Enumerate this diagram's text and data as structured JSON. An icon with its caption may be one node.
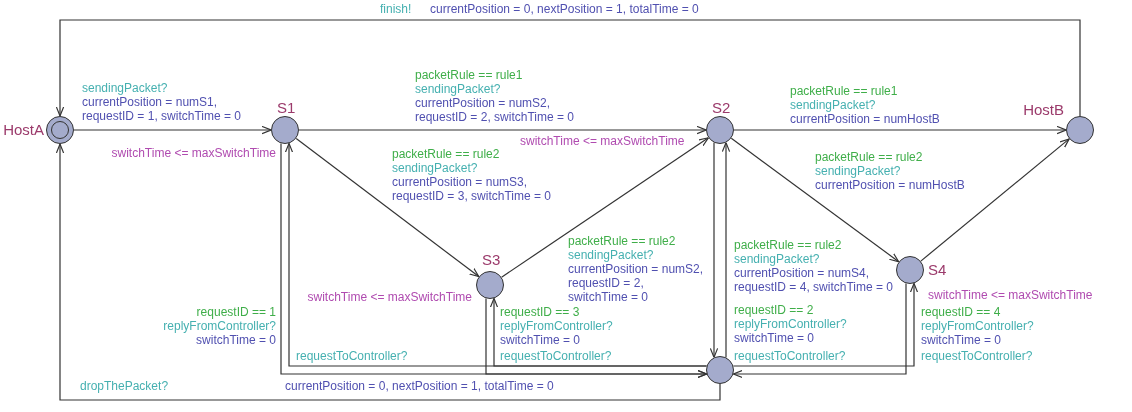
{
  "diagram": {
    "nodes": [
      {
        "text": [
          "HostA"
        ]
      },
      {
        "text": [
          "S1"
        ],
        "beside": [
          "switchTime <= maxSwitchTime"
        ]
      },
      {
        "text": [
          "S2"
        ],
        "beside": [
          "switchTime <= maxSwitchTime"
        ]
      },
      {
        "text": [
          "HostB"
        ]
      },
      {
        "text": [
          "S3"
        ],
        "beside": [
          "switchTime <= maxSwitchTime"
        ]
      },
      {
        "text": [
          "S4"
        ],
        "beside": [
          "switchTime <= maxSwitchTime"
        ]
      },
      {
        "text": [],
        "shape": "circle"
      }
    ],
    "edges": [
      {
        "from": 3,
        "to": 0,
        "arrow": "to"
      },
      {
        "from": 0,
        "to": 1,
        "arrow": "to"
      },
      {
        "from": 1,
        "to": 2,
        "arrow": "to"
      },
      {
        "from": 2,
        "to": 3,
        "arrow": "to"
      },
      {
        "from": 1,
        "to": 4,
        "arrow": "to"
      },
      {
        "from": 4,
        "to": 2,
        "arrow": "to"
      },
      {
        "from": 2,
        "to": 5,
        "arrow": "to"
      },
      {
        "from": 5,
        "to": 3,
        "arrow": "to"
      },
      {
        "from": 1,
        "to": 6,
        "arrow": "to"
      },
      {
        "from": 6,
        "to": 1,
        "arrow": "to"
      },
      {
        "from": 4,
        "to": 6,
        "arrow": "to"
      },
      {
        "from": 6,
        "to": 4,
        "arrow": "to"
      },
      {
        "from": 2,
        "to": 6,
        "arrow": "to"
      },
      {
        "from": 6,
        "to": 2,
        "arrow": "to"
      },
      {
        "from": 5,
        "to": 6,
        "arrow": "to"
      },
      {
        "from": 6,
        "to": 5,
        "arrow": "to"
      },
      {
        "from": 6,
        "to": 0,
        "arrow": "to"
      }
    ],
    "labels": [
      "finish!",
      "currentPosition = 0, nextPosition = 1, totalTime = 0",
      "sendingPacket?",
      "currentPosition = numS1, requestID = 1, switchTime = 0",
      "packetRule == rule1",
      "sendingPacket?",
      "currentPosition = numS2, requestID = 2, switchTime = 0",
      "packetRule == rule1",
      "sendingPacket?",
      "currentPosition = numHostB",
      "packetRule == rule2",
      "sendingPacket?",
      "currentPosition = numS3, requestID = 3, switchTime = 0",
      "packetRule == rule2",
      "sendingPacket?",
      "currentPosition = numS2, requestID = 2, switchTime = 0",
      "packetRule == rule2",
      "sendingPacket?",
      "currentPosition = numS4, requestID = 4, switchTime = 0",
      "packetRule == rule2",
      "sendingPacket?",
      "currentPosition = numHostB",
      "requestToController?",
      "requestID == 1",
      "replyFromController?",
      "switchTime = 0",
      "requestToController?",
      "requestID == 3",
      "replyFromController?",
      "switchTime = 0",
      "requestToController?",
      "requestID == 2",
      "replyFromController?",
      "switchTime = 0",
      "requestToController?",
      "requestID == 4",
      "replyFromController?",
      "switchTime = 0",
      "dropThePacket?",
      "currentPosition = 0, nextPosition = 1, totalTime = 0"
    ]
  }
}
